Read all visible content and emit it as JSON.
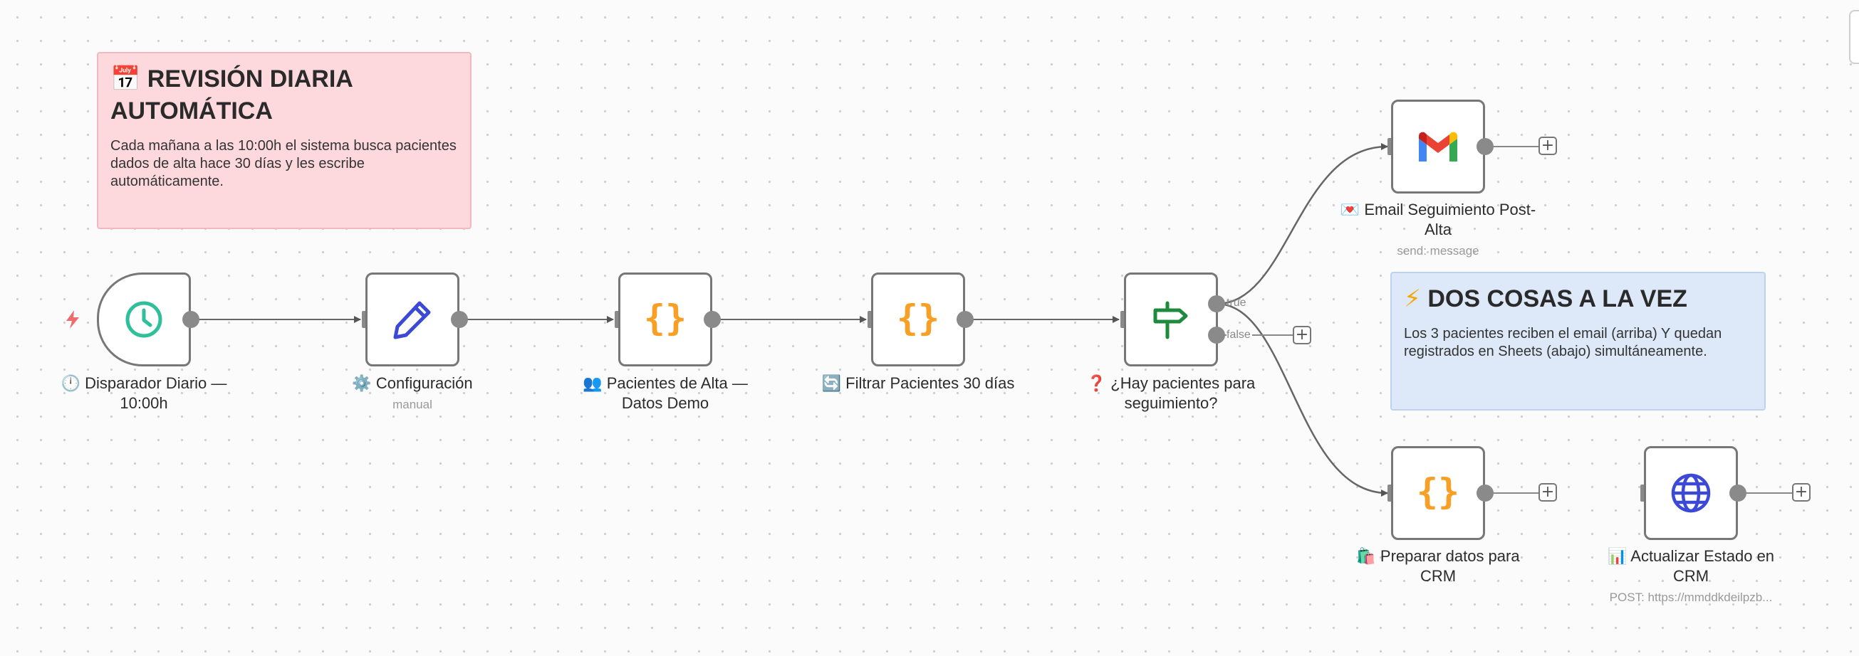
{
  "notes": {
    "daily": {
      "emoji": "📅",
      "title": "REVISIÓN DIARIA AUTOMÁTICA",
      "body": "Cada mañana a las 10:00h el sistema busca pacientes dados de alta hace 30 días y les escribe automáticamente."
    },
    "parallel": {
      "emoji": "⚡",
      "title": "DOS COSAS A LA VEZ",
      "body": "Los 3 pacientes reciben el email (arriba) Y quedan registrados en Sheets (abajo) simultáneamente."
    }
  },
  "nodes": {
    "trigger": {
      "emoji": "🕛",
      "label": "Disparador Diario — 10:00h",
      "icon": "clock-icon"
    },
    "config": {
      "emoji": "⚙️",
      "label": "Configuración",
      "sub": "manual",
      "icon": "pencil-icon"
    },
    "patients": {
      "emoji": "👥",
      "label": "Pacientes de Alta — Datos Demo",
      "icon": "code-braces-icon"
    },
    "filter": {
      "emoji": "🔄",
      "label": "Filtrar Pacientes 30 días",
      "icon": "code-braces-icon"
    },
    "condition": {
      "emoji": "❓",
      "label": "¿Hay pacientes para seguimiento?",
      "icon": "signpost-icon",
      "true_label": "true",
      "false_label": "false"
    },
    "email": {
      "emoji": "💌",
      "label": "Email Seguimiento Post-Alta",
      "sub": "send: message",
      "icon": "gmail-icon"
    },
    "prepare": {
      "emoji": "🛍️",
      "label": "Preparar datos para CRM",
      "icon": "code-braces-icon"
    },
    "crm": {
      "emoji": "📊",
      "label": "Actualizar Estado en CRM",
      "sub": "POST: https://mmddkdeilpzb...",
      "icon": "globe-icon"
    }
  },
  "ui": {
    "add_symbol": "+"
  },
  "colors": {
    "clock": "#2fbf9a",
    "pencil": "#3b49d6",
    "braces": "#f7a025",
    "signpost": "#1e8a3c",
    "globe": "#3b49d6",
    "sticky_red": "#fdd9dd",
    "sticky_blue": "#dde9f8",
    "trigger_bolt": "#f06b6b"
  }
}
